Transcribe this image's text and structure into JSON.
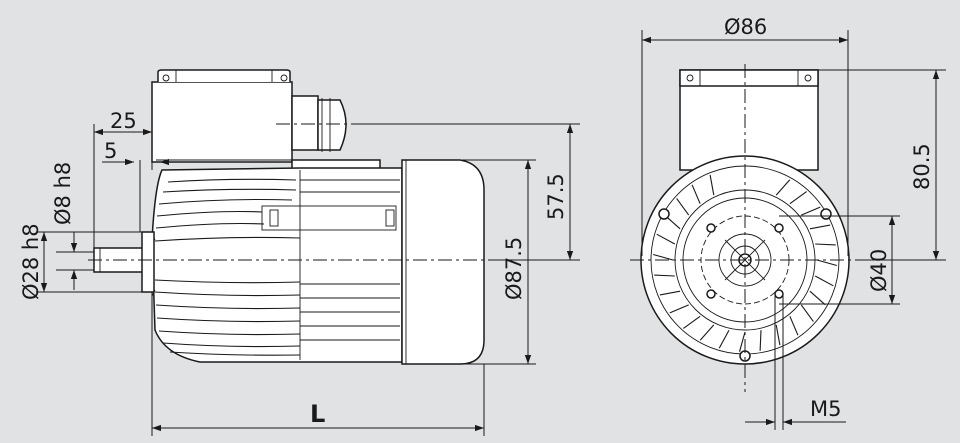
{
  "dimensions": {
    "shaft_key_offset": "25",
    "key_width_small": "5",
    "key_width": "Ø8 h8",
    "shaft_diameter": "Ø28 h8",
    "terminal_box_height": "57.5",
    "motor_diameter": "Ø87.5",
    "total_length": "L",
    "flange_width": "Ø86",
    "box_top_height": "80.5",
    "bolt_circle": "Ø40",
    "thread": "M5"
  },
  "colors": {
    "background": "#e1e2e4",
    "body_fill": "#ffffff",
    "line": "#1a1a1a"
  }
}
